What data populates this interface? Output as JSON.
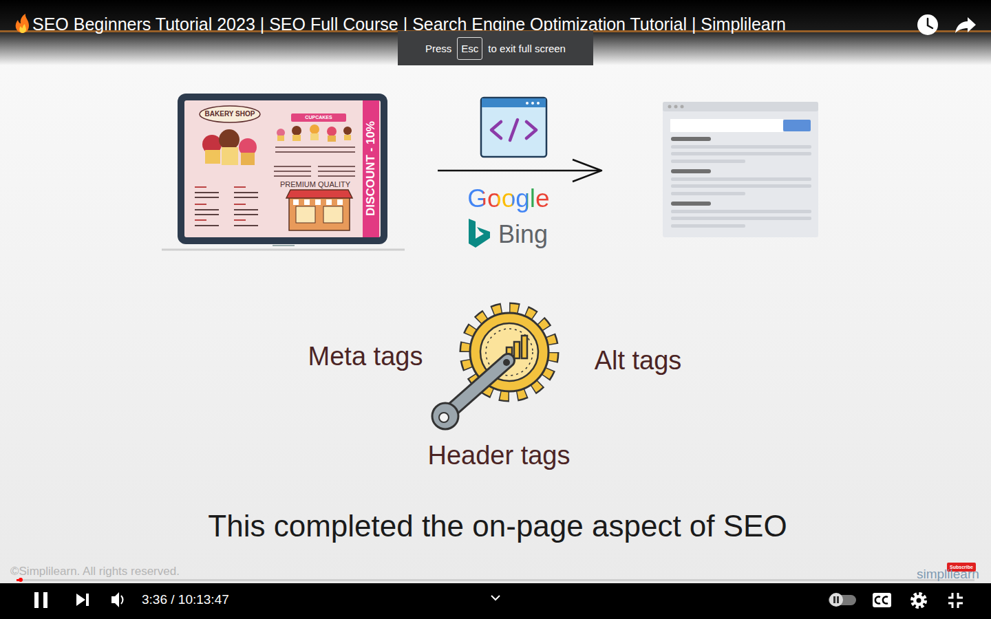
{
  "diagram": {
    "title": "SEO Beginners Tutorial 2023 | SEO Full Course | Search Engine Optimization Tutorial | Simplilearn",
    "caption": "This completed the on-page aspect of SEO",
    "nodes": [
      {
        "text": [
          "BAKERY SHOP",
          "CUPCAKES",
          "PREMIUM QUALITY",
          "DISCOUNT - 10%"
        ]
      },
      {
        "text": [
          "Press",
          "to exit full screen"
        ]
      },
      {
        "text": [
          "Esc"
        ],
        "in": 1
      }
    ],
    "labels": [
      "Google",
      "Bing",
      "Meta tags",
      "Alt tags",
      "Header tags",
      "3:36 / 10:13:47",
      "©Simplilearn. All rights reserved.",
      "simplilearn",
      "Subscribe"
    ]
  }
}
